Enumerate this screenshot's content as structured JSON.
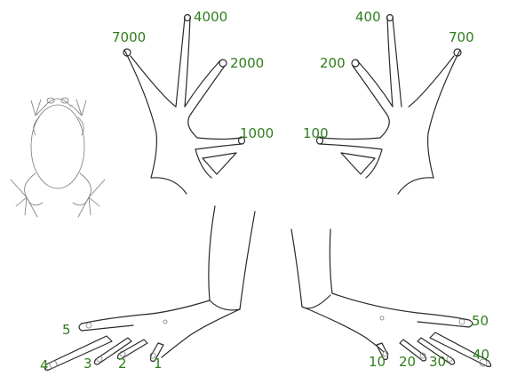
{
  "label_color": "#2e7d1c",
  "ink_color": "#2a2a2a",
  "left_hand": {
    "fingers": [
      {
        "key": "finger-top",
        "label": "4000"
      },
      {
        "key": "finger-outer",
        "label": "7000"
      },
      {
        "key": "finger-inner",
        "label": "2000"
      },
      {
        "key": "finger-thumb",
        "label": "1000"
      }
    ]
  },
  "right_hand": {
    "fingers": [
      {
        "key": "finger-top",
        "label": "400"
      },
      {
        "key": "finger-outer",
        "label": "700"
      },
      {
        "key": "finger-inner",
        "label": "200"
      },
      {
        "key": "finger-thumb",
        "label": "100"
      }
    ]
  },
  "left_foot": {
    "toes": [
      {
        "key": "toe-1",
        "label": "1"
      },
      {
        "key": "toe-2",
        "label": "2"
      },
      {
        "key": "toe-3",
        "label": "3"
      },
      {
        "key": "toe-4",
        "label": "4"
      },
      {
        "key": "toe-5",
        "label": "5"
      }
    ]
  },
  "right_foot": {
    "toes": [
      {
        "key": "toe-10",
        "label": "10"
      },
      {
        "key": "toe-20",
        "label": "20"
      },
      {
        "key": "toe-30",
        "label": "30"
      },
      {
        "key": "toe-40",
        "label": "40"
      },
      {
        "key": "toe-50",
        "label": "50"
      }
    ]
  }
}
